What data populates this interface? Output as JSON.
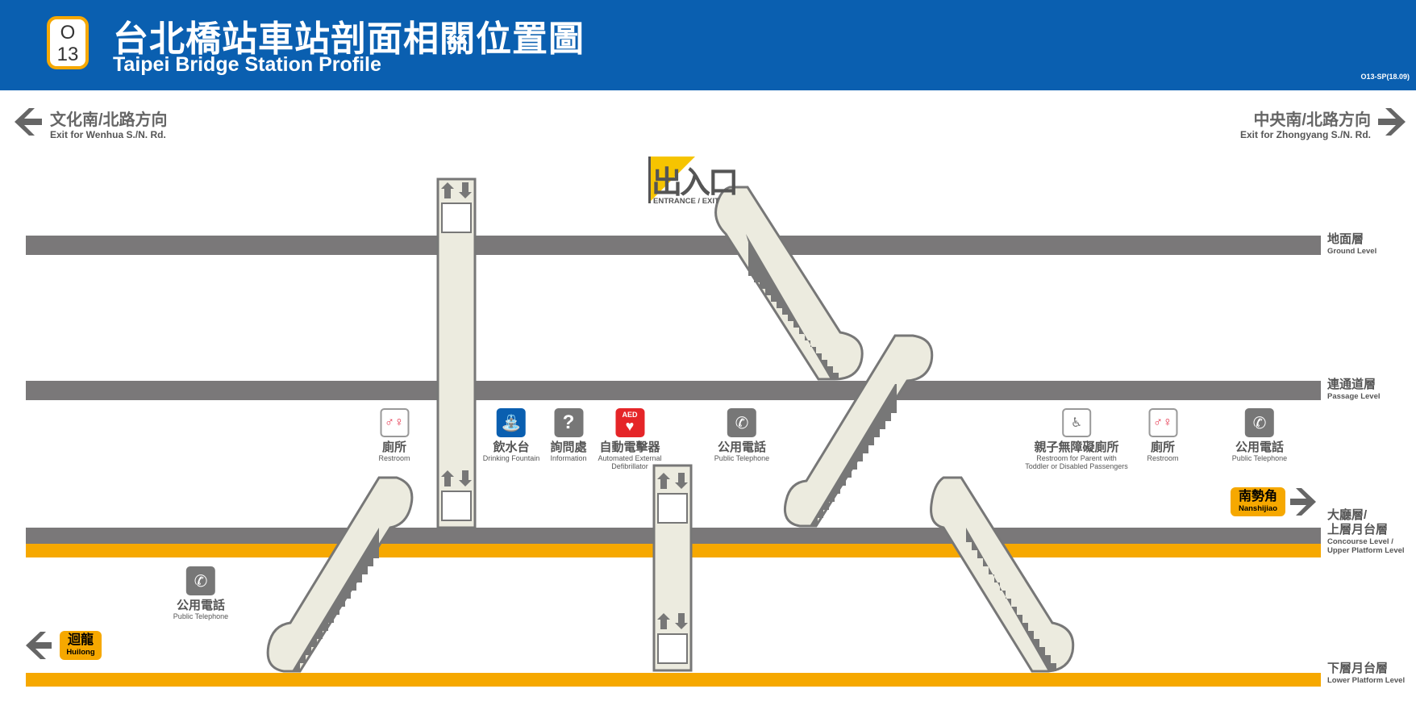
{
  "header": {
    "station_code_line": "O",
    "station_code_num": "13",
    "title_zh": "台北橋站車站剖面相關位置圖",
    "title_en": "Taipei Bridge Station Profile",
    "doc_code": "O13-SP(18.09)"
  },
  "directions": {
    "left_zh": "文化南/北路方向",
    "left_en": "Exit for Wenhua S./N. Rd.",
    "right_zh": "中央南/北路方向",
    "right_en": "Exit for Zhongyang S./N. Rd."
  },
  "entrance": {
    "zh": "出入口",
    "en": "ENTRANCE / EXIT"
  },
  "levels": [
    {
      "zh": "地面層",
      "en": "Ground Level"
    },
    {
      "zh": "連通道層",
      "en": "Passage Level"
    },
    {
      "zh1": "大廳層/",
      "zh2": "上層月台層",
      "en1": "Concourse Level /",
      "en2": "Upper Platform Level"
    },
    {
      "zh": "下層月台層",
      "en": "Lower Platform Level"
    }
  ],
  "facilities": {
    "restroom_left": {
      "zh": "廁所",
      "en": "Restroom"
    },
    "drinking_fountain": {
      "zh": "飲水台",
      "en": "Drinking Fountain"
    },
    "information": {
      "zh": "詢問處",
      "en": "Information"
    },
    "aed": {
      "zh": "自動電擊器",
      "en1": "Automated External",
      "en2": "Defibrillator",
      "badge": "AED"
    },
    "telephone_mid": {
      "zh": "公用電話",
      "en": "Public Telephone"
    },
    "family_restroom": {
      "zh": "親子無障礙廁所",
      "en1": "Restroom for Parent with",
      "en2": "Toddler or Disabled Passengers"
    },
    "restroom_right": {
      "zh": "廁所",
      "en": "Restroom"
    },
    "telephone_right": {
      "zh": "公用電話",
      "en": "Public Telephone"
    },
    "telephone_lower": {
      "zh": "公用電話",
      "en": "Public Telephone"
    }
  },
  "destinations": {
    "nanshijiao": {
      "zh": "南勢角",
      "en": "Nanshijiao"
    },
    "huilong": {
      "zh": "迴龍",
      "en": "Huilong"
    }
  },
  "colors": {
    "header_blue": "#0a5fb0",
    "line_orange": "#f6a800",
    "floor_grey": "#7a7879",
    "escalator_fill": "#ecebdf"
  }
}
